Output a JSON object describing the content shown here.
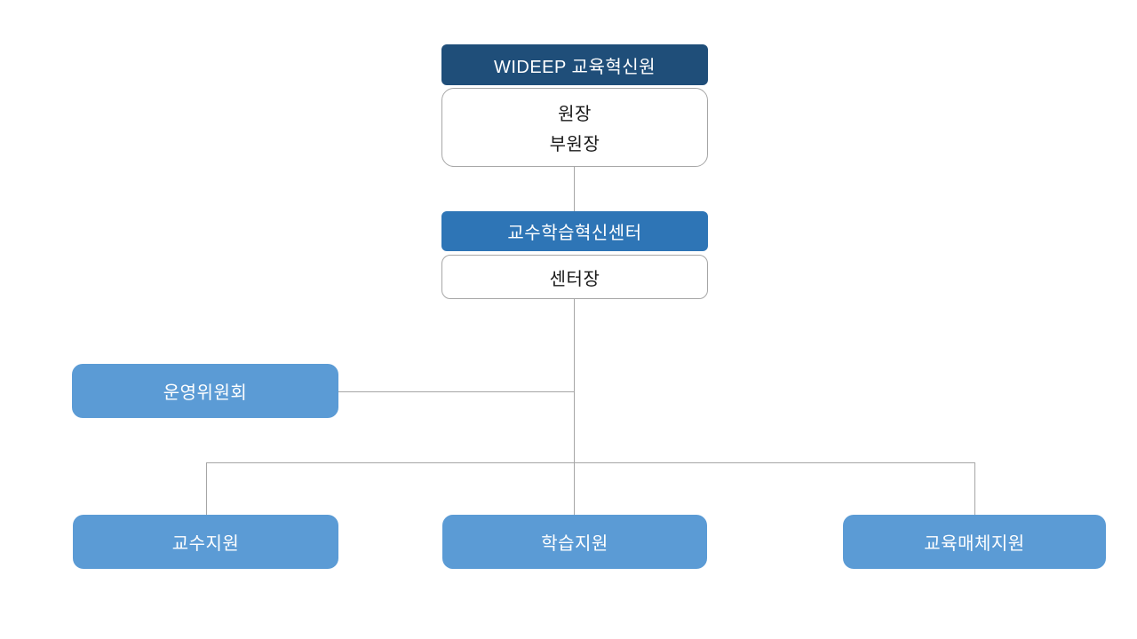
{
  "colors": {
    "root_box": "#1F4E79",
    "center_box": "#2E75B6",
    "light_box": "#5B9BD5",
    "connector_line": "#A6A6A6",
    "light_text": "#FFFFFF",
    "dark_text": "#1A1A1A"
  },
  "org_chart": {
    "root": {
      "label": "WIDEEP 교육혁신원"
    },
    "root_staff": {
      "line1": "원장",
      "line2": "부원장"
    },
    "center": {
      "label": "교수학습혁신센터"
    },
    "center_staff": {
      "label": "센터장"
    },
    "committee": {
      "label": "운영위원회"
    },
    "departments": [
      {
        "label": "교수지원"
      },
      {
        "label": "학습지원"
      },
      {
        "label": "교육매체지원"
      }
    ]
  }
}
